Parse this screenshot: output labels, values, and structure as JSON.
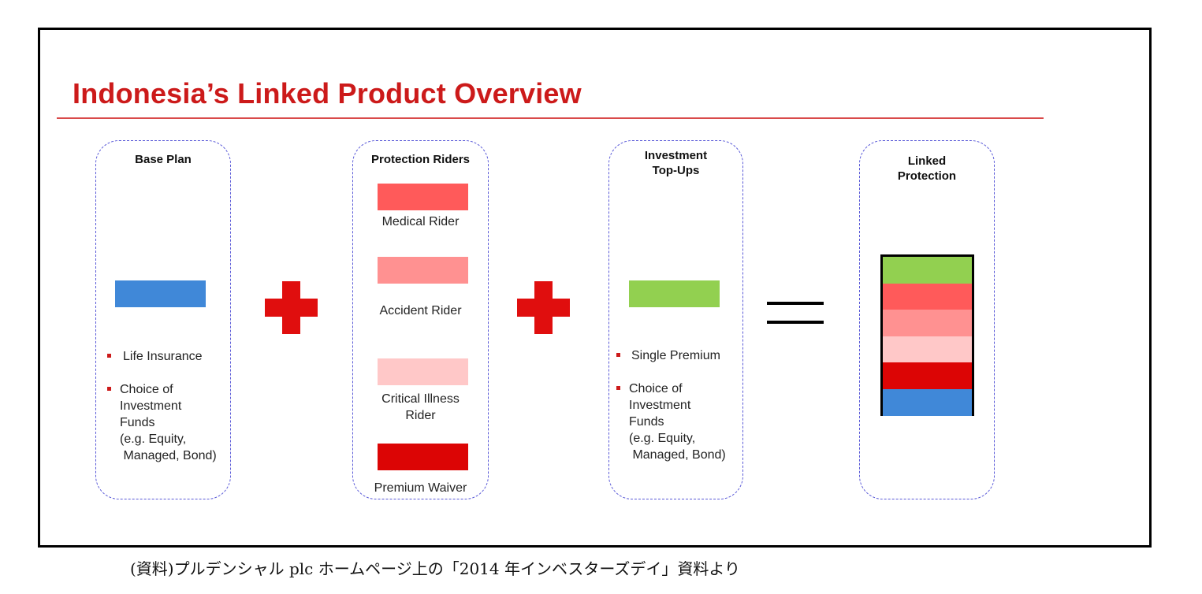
{
  "title": "Indonesia’s Linked Product Overview",
  "colors": {
    "title_red": "#cc1a1a",
    "blue": "#4088d8",
    "green": "#92d050",
    "red1": "#ff5a5a",
    "red2": "#ff9191",
    "red3": "#ffc8c8",
    "red4": "#dc0505",
    "operator_red": "#e00e0e"
  },
  "base_plan": {
    "heading": "Base Plan",
    "bullets": [
      {
        "lines": [
          "Life Insurance"
        ]
      },
      {
        "lines": [
          "Choice of",
          "Investment",
          "Funds",
          "(e.g. Equity,",
          " Managed, Bond)"
        ]
      }
    ]
  },
  "protection_riders": {
    "heading": "Protection Riders",
    "items": [
      {
        "label": "Medical Rider",
        "color": "#ff5a5a"
      },
      {
        "label": "Accident Rider",
        "color": "#ff9191"
      },
      {
        "label": "Critical Illness\nRider",
        "color": "#ffc8c8"
      },
      {
        "label": "Premium Waiver",
        "color": "#dc0505"
      }
    ]
  },
  "investment_topups": {
    "heading": "Investment\nTop-Ups",
    "bullets": [
      {
        "lines": [
          "Single Premium"
        ]
      },
      {
        "lines": [
          "Choice of",
          "Investment",
          "Funds",
          "(e.g. Equity,",
          " Managed, Bond)"
        ]
      }
    ]
  },
  "linked_protection": {
    "heading": "Linked\nProtection",
    "stack_colors": [
      "#92d050",
      "#ff5a5a",
      "#ff9191",
      "#ffc8c8",
      "#dc0505",
      "#4088d8"
    ]
  },
  "operators": [
    "plus-icon",
    "plus-icon",
    "equals-icon"
  ],
  "source_note": "(資料)プルデンシャル plc ホームページ上の「2014 年インベスターズデイ」資料より"
}
